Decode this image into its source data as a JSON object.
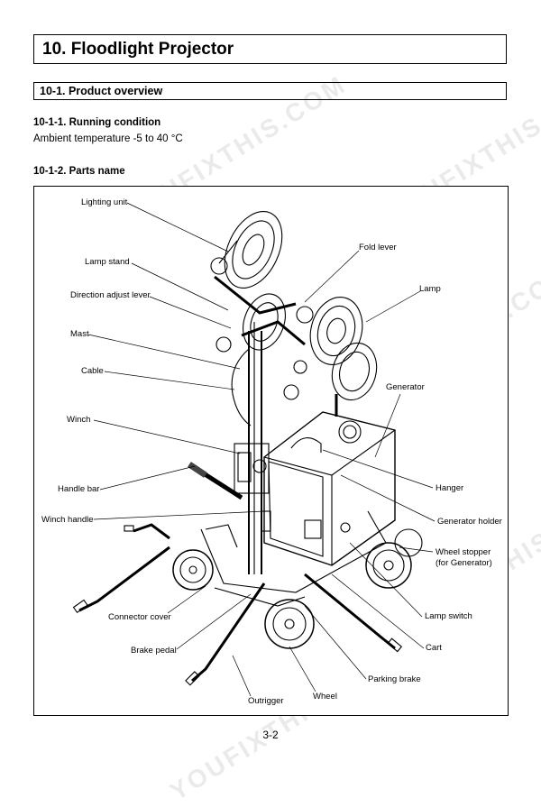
{
  "title": "10. Floodlight Projector",
  "section": "10-1. Product overview",
  "running": {
    "heading": "10-1-1. Running condition",
    "text": "Ambient temperature -5 to 40 °C"
  },
  "parts": {
    "heading": "10-1-2. Parts name",
    "labels": {
      "lighting_unit": "Lighting unit",
      "lamp_stand": "Lamp stand",
      "direction_adjust_lever": "Direction adjust lever",
      "mast": "Mast",
      "cable": "Cable",
      "winch": "Winch",
      "handle_bar": "Handle bar",
      "winch_handle": "Winch handle",
      "connector_cover": "Connector cover",
      "brake_pedal": "Brake pedal",
      "outrigger": "Outrigger",
      "wheel": "Wheel",
      "parking_brake": "Parking brake",
      "cart": "Cart",
      "lamp_switch": "Lamp switch",
      "wheel_stopper_1": "Wheel stopper",
      "wheel_stopper_2": "(for Generator)",
      "generator_holder": "Generator holder",
      "hanger": "Hanger",
      "generator": "Generator",
      "lamp": "Lamp",
      "fold_lever": "Fold lever"
    }
  },
  "page_number": "3-2",
  "watermark": "YOUFIXTHIS.COM"
}
